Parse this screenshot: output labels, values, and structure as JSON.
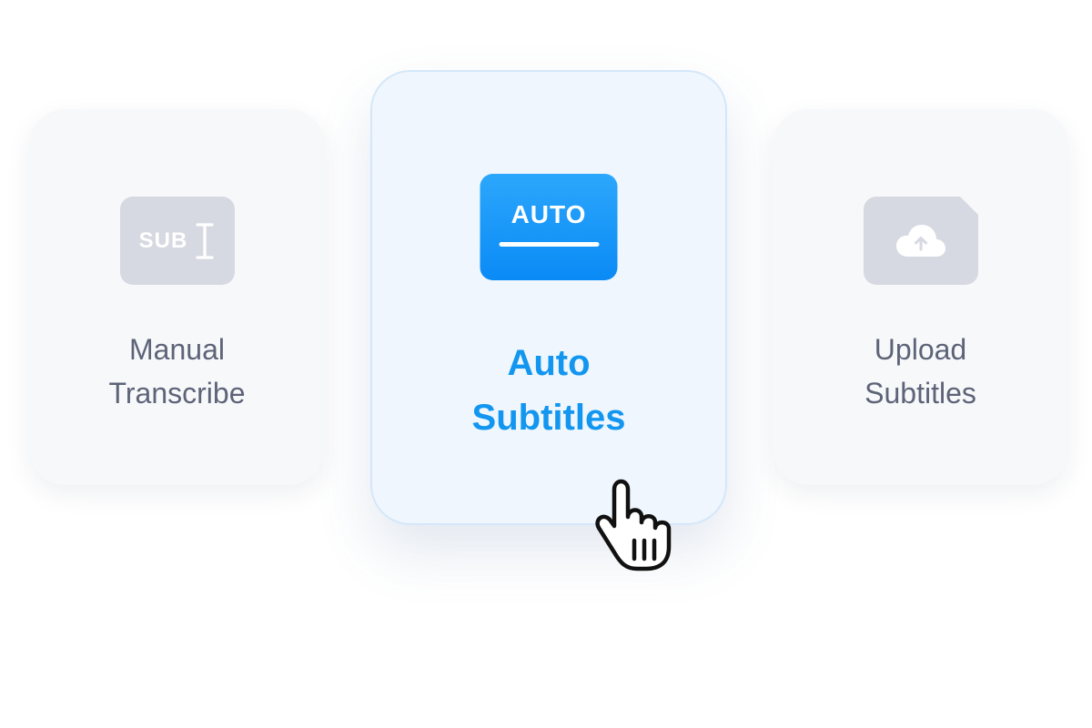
{
  "options": [
    {
      "id": "manual",
      "icon": "sub-cursor-icon",
      "icon_text": "SUB",
      "label_line1": "Manual",
      "label_line2": "Transcribe",
      "selected": false
    },
    {
      "id": "auto",
      "icon": "auto-subtitle-icon",
      "icon_text": "AUTO",
      "label_line1": "Auto",
      "label_line2": "Subtitles",
      "selected": true
    },
    {
      "id": "upload",
      "icon": "cloud-upload-icon",
      "icon_text": "",
      "label_line1": "Upload",
      "label_line2": "Subtitles",
      "selected": false
    }
  ],
  "pointer": "hand-pointer-icon",
  "colors": {
    "accent": "#1296f0",
    "tile_gradient_top": "#2ca7fc",
    "tile_gradient_bottom": "#0a8af5",
    "inactive_text": "#5d6478",
    "inactive_tile": "#d6d9e1",
    "card_selected_bg": "#eff6fd",
    "card_bg": "#f7f8fa"
  }
}
